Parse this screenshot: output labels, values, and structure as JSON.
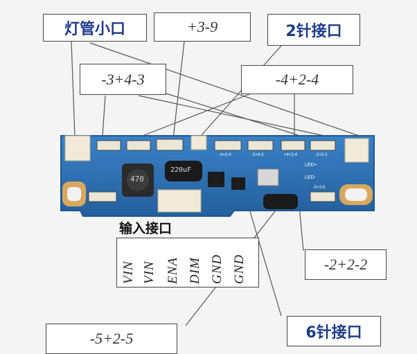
{
  "labels": {
    "lamp_port": "灯管小口",
    "code_plus_3_9": "+3-9",
    "two_pin_port": "2针接口",
    "code_minus_3_4_3": "-3+4-3",
    "code_minus_4_2_4": "-4+2-4",
    "input_port": "输入接口",
    "code_minus_2_2_2": "-2+2-2",
    "code_minus_5_2_5": "-5+2-5",
    "six_pin_port": "6针接口"
  },
  "pin_columns": [
    "VIN",
    "VIN",
    "ENA",
    "DIM",
    "GND",
    "GND"
  ],
  "board_silkscreen": {
    "inductor": "470",
    "capacitor": "220uF",
    "led_plus": "LED+",
    "led_minus": "LED-",
    "connector_a": "-4+2-4",
    "connector_b": "-2+4-3",
    "connector_c": "+4+2-4",
    "connector_d": "-2+2-2",
    "connector_e": "-5+2-5"
  },
  "colors": {
    "board": "#2f74b8",
    "board_dark": "#1d5896",
    "chinese_label": "#1f3c8a",
    "pad": "#d9a75e"
  }
}
